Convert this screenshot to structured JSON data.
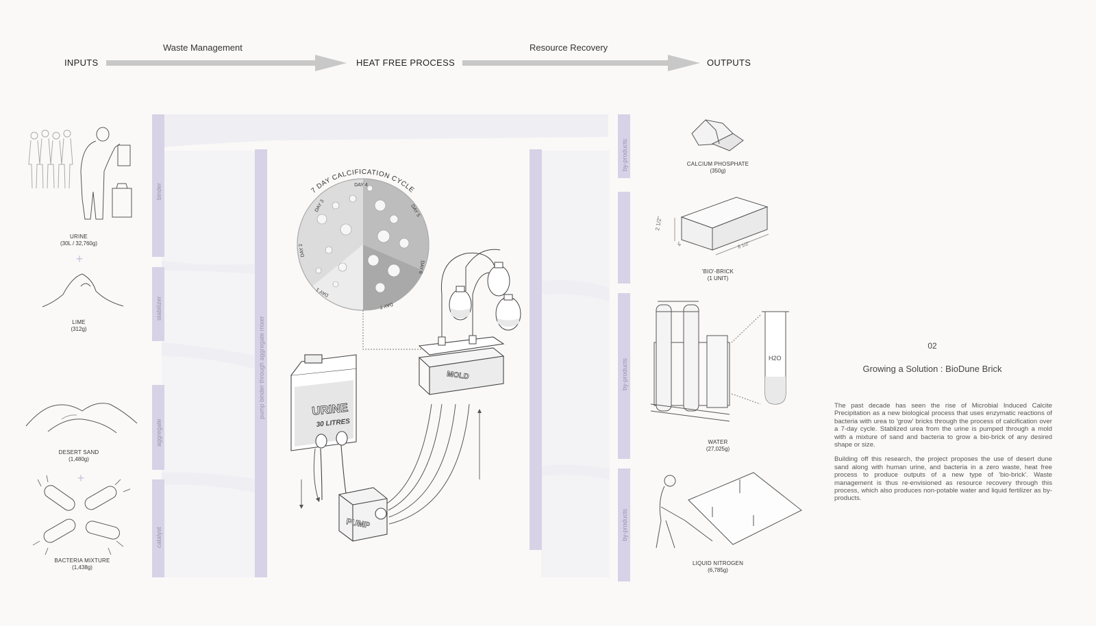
{
  "flow": {
    "inputs": "INPUTS",
    "waste_management": "Waste Management",
    "heat_free_process": "HEAT FREE PROCESS",
    "resource_recovery": "Resource Recovery",
    "outputs": "OUTPUTS"
  },
  "inputs": [
    {
      "name": "URINE",
      "amount": "(30L / 32,760g)"
    },
    {
      "name": "LIME",
      "amount": "(312g)"
    },
    {
      "name": "DESERT SAND",
      "amount": "(1,480g)"
    },
    {
      "name": "BACTERIA MIXTURE",
      "amount": "(1,438g)"
    }
  ],
  "plus_sign": "+",
  "input_bar_labels": {
    "binder": "binder",
    "stabilizer": "stabilizer",
    "aggregate": "aggregate",
    "catalyst": "catalyst",
    "pump": "pump binder through aggregate mixer"
  },
  "output_bar_labels": {
    "byproducts_1": "by-products",
    "byproducts_2": "by-products",
    "byproducts_3": "by-products"
  },
  "process": {
    "cycle_title": "7 DAY CALCIFICATION CYCLE",
    "days": [
      "DAY 1",
      "DAY 2",
      "DAY 3",
      "DAY 4",
      "DAY 5",
      "DAY 6",
      "DAY 7"
    ],
    "urine_label": "URINE",
    "urine_volume": "30 LITRES",
    "pump_label": "PUMP",
    "mold_label": "MOLD"
  },
  "outputs": [
    {
      "name": "CALCIUM PHOSPHATE",
      "amount": "(350g)"
    },
    {
      "name": "'BIO'-BRICK",
      "amount": "(1 UNIT)"
    },
    {
      "name": "WATER",
      "amount": "(27,025g)"
    },
    {
      "name": "LIQUID NITROGEN",
      "amount": "(6,785g)"
    }
  ],
  "brick_dims": {
    "height": "2 1/2\"",
    "width": "4\"",
    "length": "8 1/2\""
  },
  "water_tube_label": "H2O",
  "section": {
    "number": "02",
    "title": "Growing a Solution : BioDune Brick",
    "paragraphs": [
      "The past decade has seen the rise of Microbial Induced Calcite Precipitation as a new biological process that uses enzymatic reactions of bacteria with urea to 'grow' bricks through the process of calcification over a 7-day cycle. Stablized urea from the urine is pumped through a mold with a mixture of sand and bacteria to grow a bio-brick of any desired shape or size.",
      "Building off this research, the project proposes the use of desert dune sand along with human urine, and bacteria in a zero waste, heat free process to produce outputs of a new type of 'bio-brick'. Waste management is thus re-envisioned as resource recovery through this process, which also produces non-potable water and liquid fertilizer as by-products."
    ]
  },
  "colors": {
    "bar": "#d7d2e6",
    "band": "#efeef3",
    "arrow": "#c8c8c8",
    "line": "#4a4a4a"
  }
}
